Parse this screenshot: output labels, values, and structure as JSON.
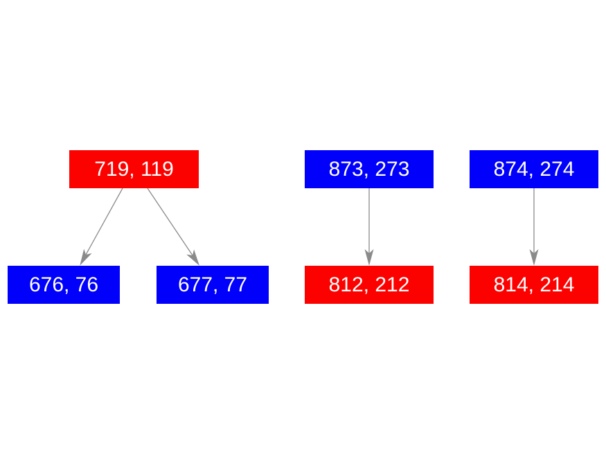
{
  "diagram": {
    "background_color": "#ffffff",
    "node_text_color": "#ffffff",
    "edge_color": "#8a8a8a",
    "node_colors": {
      "red": "#fb0200",
      "blue": "#0000fb"
    },
    "nodes": [
      {
        "label": "719, 119",
        "color": "#fb0200",
        "row": "top"
      },
      {
        "label": "873, 273",
        "color": "#0000fb",
        "row": "top"
      },
      {
        "label": "874, 274",
        "color": "#0000fb",
        "row": "top"
      },
      {
        "label": "676, 76",
        "color": "#0000fb",
        "row": "bottom"
      },
      {
        "label": "677, 77",
        "color": "#0000fb",
        "row": "bottom"
      },
      {
        "label": "812, 212",
        "color": "#fb0200",
        "row": "bottom"
      },
      {
        "label": "814, 214",
        "color": "#fb0200",
        "row": "bottom"
      }
    ],
    "edges": [
      {
        "from": "719, 119",
        "to": "676, 76"
      },
      {
        "from": "719, 119",
        "to": "677, 77"
      },
      {
        "from": "873, 273",
        "to": "812, 212"
      },
      {
        "from": "874, 274",
        "to": "814, 214"
      }
    ]
  }
}
